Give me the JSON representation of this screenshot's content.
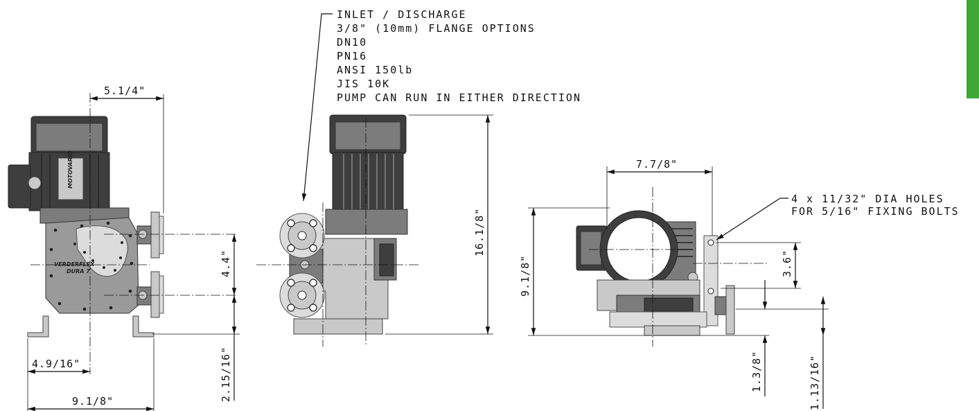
{
  "title": "",
  "colors": {
    "tab_accent": "#3fa535",
    "line": "#111111",
    "shading": "#9a9a9a"
  },
  "side_view": {
    "dimensions": {
      "motor_offset": "5.1/4\"",
      "flange_spacing": "4.4\"",
      "base_to_flange": "2.15/16\"",
      "base_to_centerline": "4.9/16\"",
      "overall_length": "9.1/8\""
    },
    "brand_text": [
      "VERDERFLEX",
      "DURA 7"
    ],
    "motor_label": "MOTOVARIO"
  },
  "front_view": {
    "notes": [
      "INLET / DISCHARGE",
      "3/8\" (10mm) FLANGE OPTIONS",
      "DN10",
      "PN16",
      "ANSI 150lb",
      "JIS 10K",
      "PUMP CAN RUN IN EITHER DIRECTION"
    ],
    "dimensions": {
      "overall_height": "16.1/8\""
    }
  },
  "top_view": {
    "note_lines": [
      "4 x 11/32\" DIA HOLES",
      "FOR 5/16\" FIXING BOLTS"
    ],
    "dimensions": {
      "bolt_spacing_width": "7.7/8\"",
      "overall_depth": "9.1/8\"",
      "bolt_hole_offset": "3.6\"",
      "flange_offset_a": "1.3/8\"",
      "flange_offset_b": "1.13/16\""
    }
  }
}
